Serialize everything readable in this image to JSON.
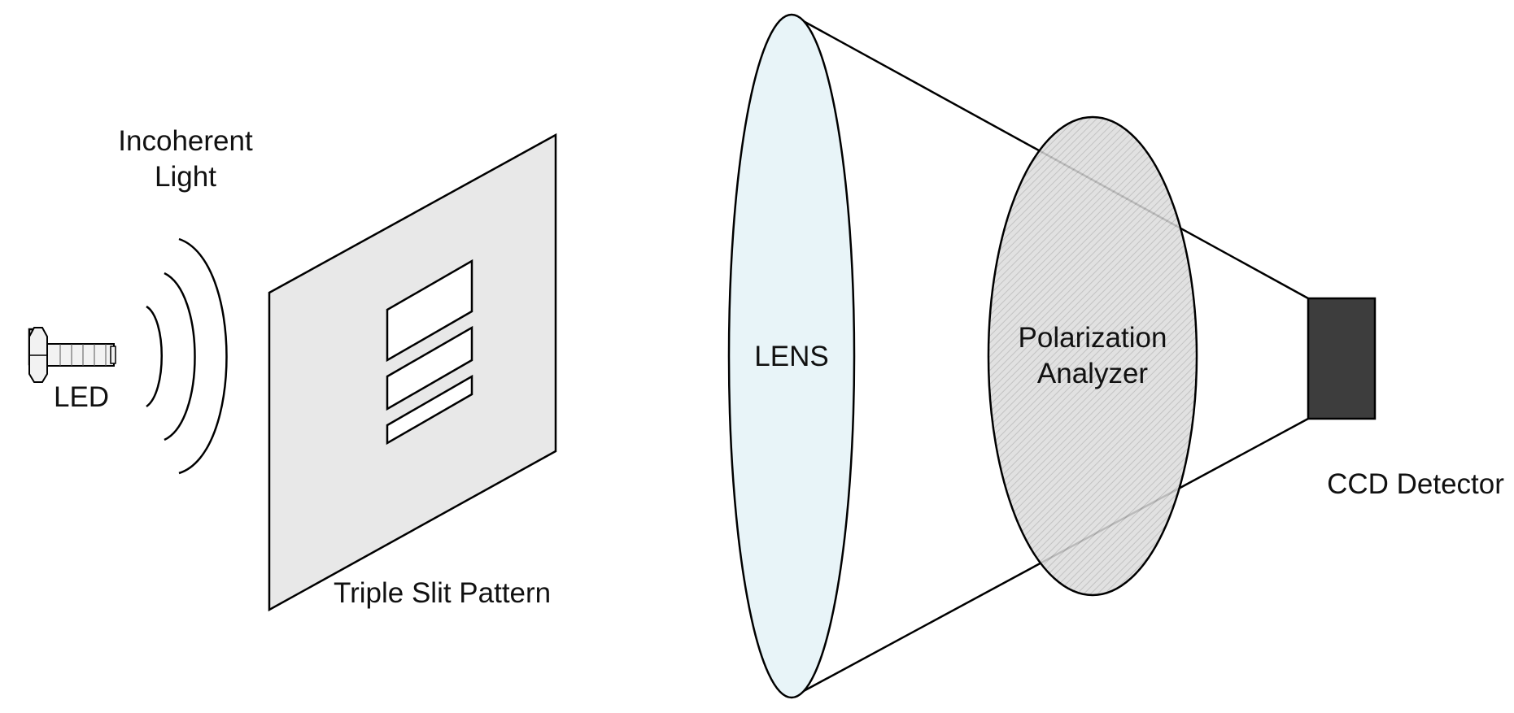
{
  "labels": {
    "incoherent_light_line1": "Incoherent",
    "incoherent_light_line2": "Light",
    "led": "LED",
    "triple_slit_pattern": "Triple Slit Pattern",
    "lens": "LENS",
    "polarization_analyzer_line1": "Polarization",
    "polarization_analyzer_line2": "Analyzer",
    "ccd_detector": "CCD Detector"
  },
  "colors": {
    "slit_screen_fill": "#e8e8e8",
    "lens_fill": "#e8f4f8",
    "analyzer_fill": "#dcdcdc",
    "analyzer_hatch": "#b8b8b8",
    "detector_fill": "#3d3d3d",
    "stroke": "#000000",
    "led_fill": "#f2f2f2"
  },
  "icons": {
    "led": "led-bulb-icon",
    "waves": "light-wave-arcs"
  }
}
